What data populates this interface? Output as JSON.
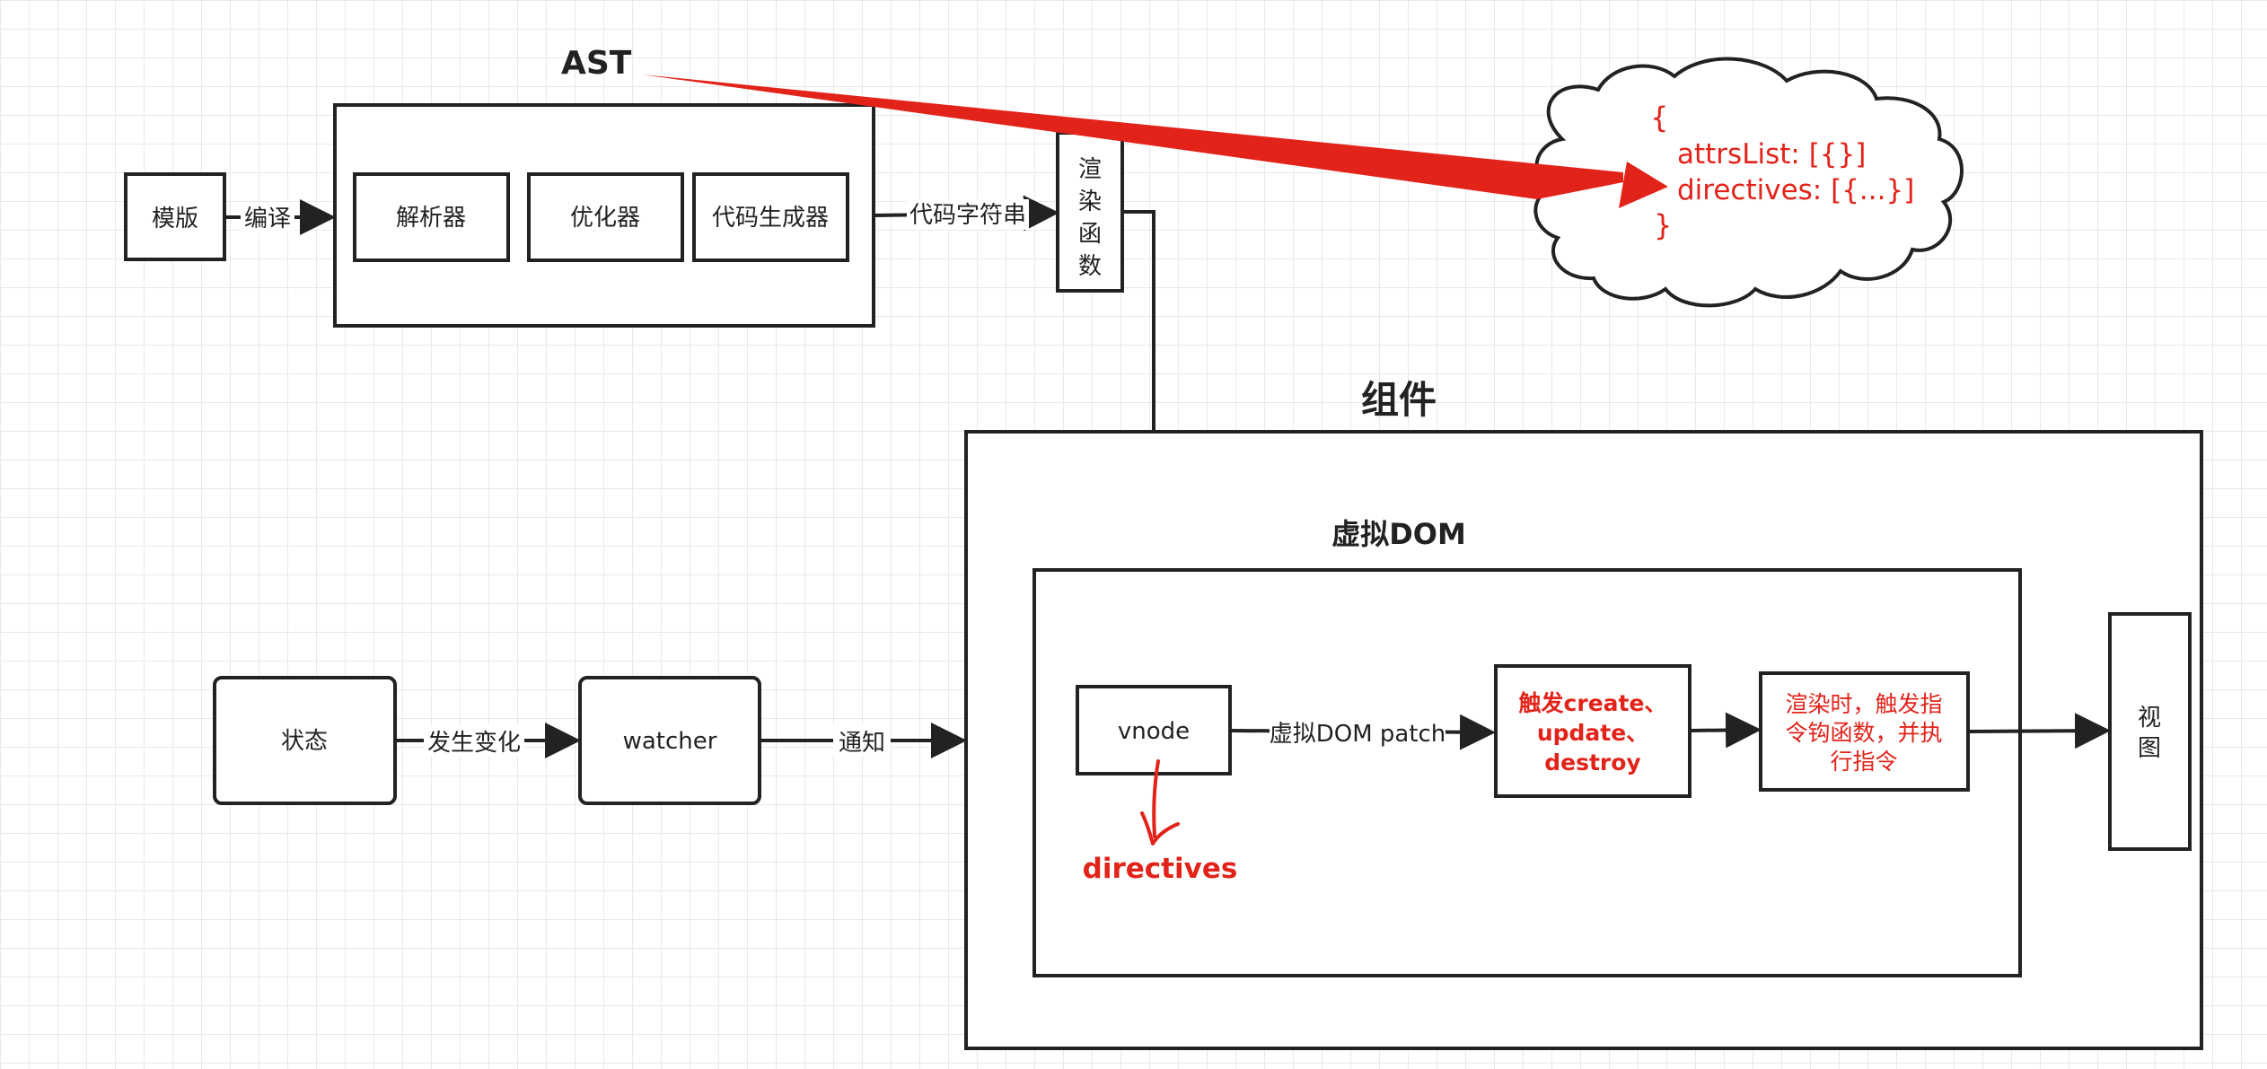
{
  "title": "AST",
  "top": {
    "template": "模版",
    "compile": "编译",
    "parser": "解析器",
    "optimizer": "优化器",
    "codegen": "代码生成器",
    "code_string": "代码字符串",
    "render_fn": [
      "渲",
      "染",
      "函",
      "数"
    ]
  },
  "cloud": {
    "lines": [
      "{",
      "attrsList: [{}]",
      "directives: [{...}]",
      "}"
    ]
  },
  "component": {
    "title": "组件",
    "vdom_title": "虚拟DOM",
    "vnode": "vnode",
    "patch": "虚拟DOM patch",
    "hooks": [
      "触发create、",
      "update、",
      "destroy"
    ],
    "render_exec": [
      "渲染时，触发指",
      "令钩函数，并执",
      "行指令"
    ],
    "directives": "directives",
    "view": [
      "视",
      "图"
    ]
  },
  "bottom": {
    "state": "状态",
    "changed": "发生变化",
    "watcher": "watcher",
    "notify": "通知"
  },
  "colors": {
    "accent": "#e2231a",
    "stroke": "#222222"
  }
}
